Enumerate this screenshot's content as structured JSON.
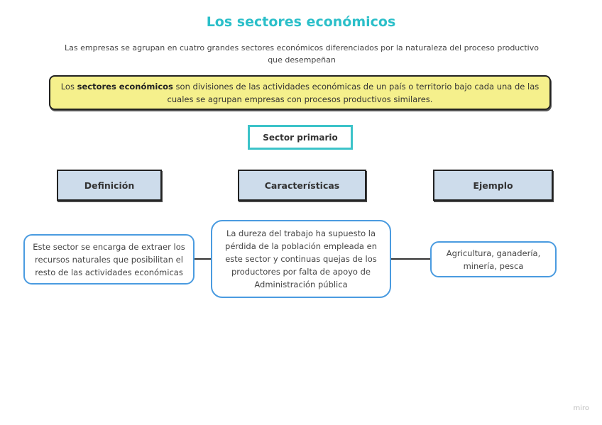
{
  "header": {
    "title": "Los sectores económicos",
    "subtitle": "Las empresas se agrupan en cuatro grandes sectores económicos diferenciados por la naturaleza del proceso productivo que desempeñan"
  },
  "definition": {
    "prefix": "Los ",
    "bold": "sectores económicos",
    "suffix": " son divisiones de las actividades económicas de un país o territorio bajo cada una de las cuales se agrupan empresas con procesos productivos similares."
  },
  "sector": {
    "label": "Sector primario"
  },
  "columns": [
    {
      "header": "Definición",
      "content": "Este sector se encarga de extraer los recursos naturales que posibilitan el resto de las actividades económicas"
    },
    {
      "header": "Características",
      "content": "La dureza del trabajo ha supuesto la pérdida de la población empleada en este sector y continuas quejas de los productores por falta de apoyo de Administración pública"
    },
    {
      "header": "Ejemplo",
      "content": "Agricultura, ganadería, minería, pesca"
    }
  ],
  "colors": {
    "title": "#2bbfc9",
    "definition_bg": "#f5f08c",
    "sector_border": "#3cc3c9",
    "header_bg": "#cddceb",
    "content_border": "#4a9be0"
  },
  "watermark": "miro"
}
